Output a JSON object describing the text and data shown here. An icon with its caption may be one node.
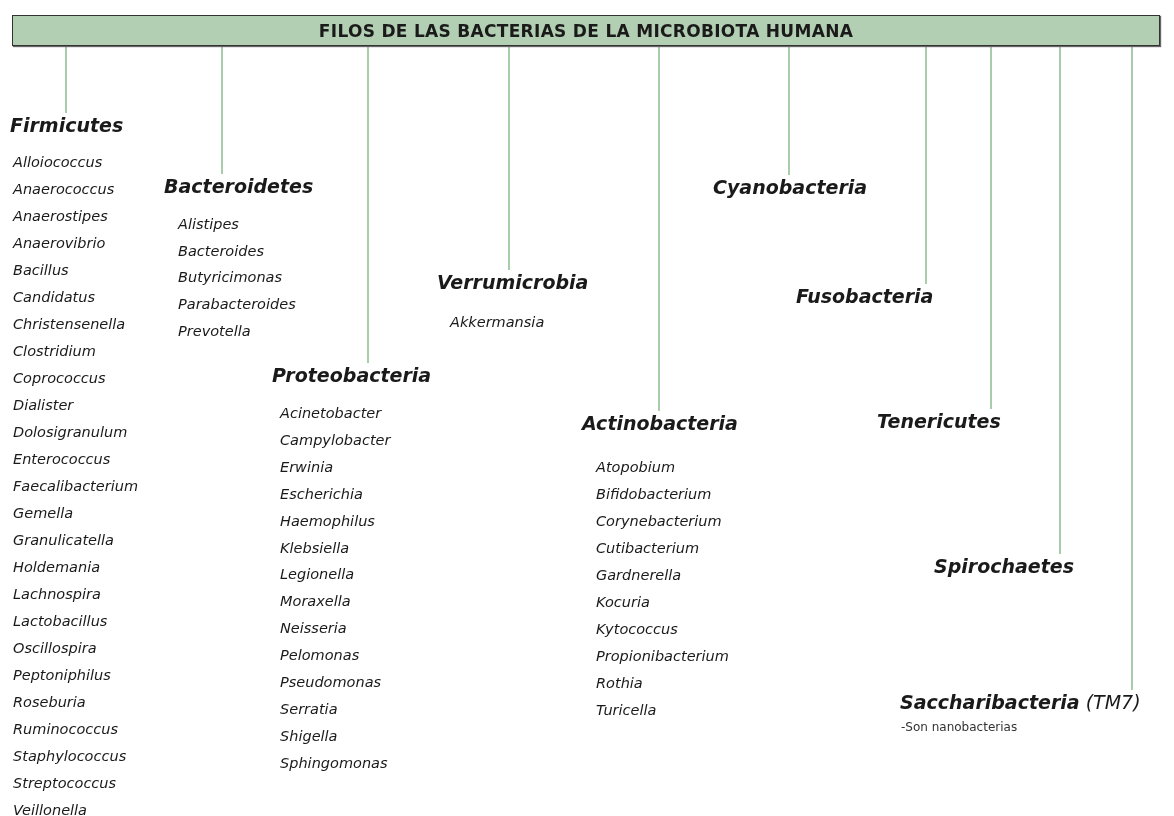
{
  "diagram": {
    "nodes": [
      {
        "text": [
          "FILOS DE LAS BACTERIAS DE LA MICROBIOTA HUMANA"
        ]
      },
      {
        "text": [
          "Firmicutes"
        ],
        "beside": [
          "Alloiococcus",
          "Anaerococcus",
          "Anaerostipes",
          "Anaerovibrio",
          "Bacillus",
          "Candidatus",
          "Christensenella",
          "Clostridium",
          "Coprococcus",
          "Dialister",
          "Dolosigranulum",
          "Enterococcus",
          "Faecalibacterium",
          "Gemella",
          "Granulicatella",
          "Holdemania",
          "Lachnospira",
          "Lactobacillus",
          "Oscillospira",
          "Peptoniphilus",
          "Roseburia",
          "Ruminococcus",
          "Staphylococcus",
          "Streptococcus",
          "Veillonella"
        ]
      },
      {
        "text": [
          "Bacteroidetes"
        ],
        "beside": [
          "Alistipes",
          "Bacteroides",
          "Butyricimonas",
          "Parabacteroides",
          "Prevotella"
        ]
      },
      {
        "text": [
          "Proteobacteria"
        ],
        "beside": [
          "Acinetobacter",
          "Campylobacter",
          "Erwinia",
          "Escherichia",
          "Haemophilus",
          "Klebsiella",
          "Legionella",
          "Moraxella",
          "Neisseria",
          "Pelomonas",
          "Pseudomonas",
          "Serratia",
          "Shigella",
          "Sphingomonas"
        ]
      },
      {
        "text": [
          "Verrumicrobia"
        ],
        "beside": [
          "Akkermansia"
        ]
      },
      {
        "text": [
          "Actinobacteria"
        ],
        "beside": [
          "Atopobium",
          "Bifidobacterium",
          "Corynebacterium",
          "Cutibacterium",
          "Gardnerella",
          "Kocuria",
          "Kytococcus",
          "Propionibacterium",
          "Rothia",
          "Turicella"
        ]
      },
      {
        "text": [
          "Cyanobacteria"
        ]
      },
      {
        "text": [
          "Fusobacteria"
        ]
      },
      {
        "text": [
          "Tenericutes"
        ]
      },
      {
        "text": [
          "Spirochaetes"
        ]
      },
      {
        "text": [
          "**Saccharibacteria** (TM7)"
        ],
        "beside": [
          "-Son nanobacterias"
        ]
      }
    ],
    "edges": [
      {
        "from": 0,
        "to": 1,
        "arrow": "none"
      },
      {
        "from": 0,
        "to": 2,
        "arrow": "none"
      },
      {
        "from": 0,
        "to": 3,
        "arrow": "none"
      },
      {
        "from": 0,
        "to": 4,
        "arrow": "none"
      },
      {
        "from": 0,
        "to": 5,
        "arrow": "none"
      },
      {
        "from": 0,
        "to": 6,
        "arrow": "none"
      },
      {
        "from": 0,
        "to": 7,
        "arrow": "none"
      },
      {
        "from": 0,
        "to": 8,
        "arrow": "none"
      },
      {
        "from": 0,
        "to": 9,
        "arrow": "none"
      },
      {
        "from": 0,
        "to": 10,
        "arrow": "none"
      }
    ]
  }
}
